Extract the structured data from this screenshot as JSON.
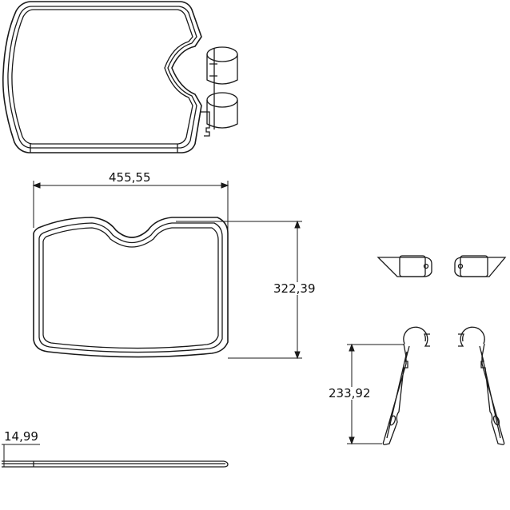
{
  "dimensions": {
    "width": "455,55",
    "height": "322,39",
    "leg_height": "233,92",
    "thickness": "14,99"
  },
  "colors": {
    "line": "#1a1a1a",
    "background": "#ffffff"
  }
}
